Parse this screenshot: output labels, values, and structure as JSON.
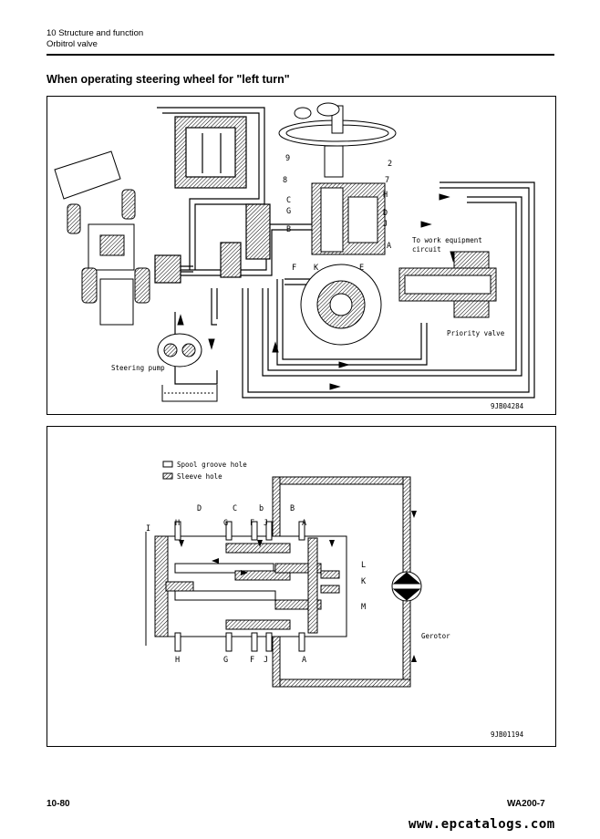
{
  "header": {
    "section": "10 Structure and function",
    "subsection": "Orbitrol valve"
  },
  "title": "When operating steering wheel for \"left turn\"",
  "diagram1": {
    "labels": {
      "n9": "9",
      "n2": "2",
      "n8": "8",
      "n7": "7",
      "C": "C",
      "H": "H",
      "G": "G",
      "D": "D",
      "J": "J",
      "F": "F",
      "K": "K",
      "E": "E",
      "B": "B",
      "A": "A"
    },
    "work_circuit": [
      "To work equipment",
      "circuit"
    ],
    "priority_valve": "Priority valve",
    "steering_pump": "Steering pump",
    "code": "9JB04284"
  },
  "diagram2": {
    "legend_groove": "Spool groove hole",
    "legend_sleeve": "Sleeve hole",
    "top_labels": {
      "D": "D",
      "C": "C",
      "b": "b",
      "B": "B",
      "H": "H",
      "G": "G",
      "F": "F",
      "J": "J",
      "A": "A"
    },
    "bottom_labels": {
      "H": "H",
      "G": "G",
      "F": "F",
      "J": "J",
      "A": "A"
    },
    "side_labels": {
      "I": "I",
      "L": "L",
      "K": "K",
      "M": "M"
    },
    "gerotor": "Gerotor",
    "code": "9JB01194"
  },
  "footer": {
    "page": "10-80",
    "model": "WA200-7"
  },
  "watermark": "www.epcatalogs.com"
}
